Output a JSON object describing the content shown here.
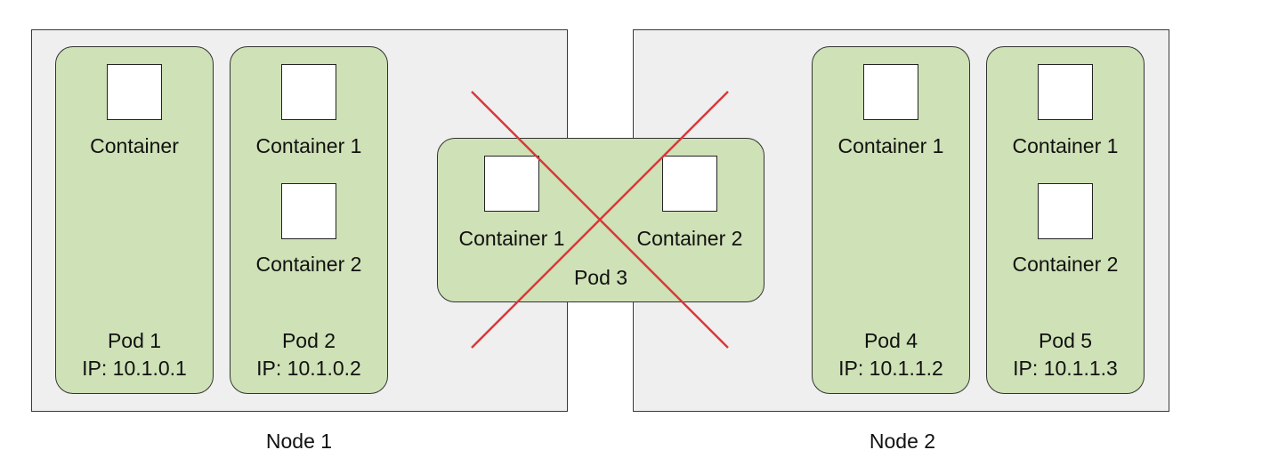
{
  "nodes": [
    {
      "label": "Node 1"
    },
    {
      "label": "Node 2"
    }
  ],
  "pods": {
    "pod1": {
      "containers": [
        "Container"
      ],
      "name": "Pod 1",
      "ip": "IP: 10.1.0.1"
    },
    "pod2": {
      "containers": [
        "Container 1",
        "Container 2"
      ],
      "name": "Pod 2",
      "ip": "IP: 10.1.0.2"
    },
    "pod3": {
      "containers": [
        "Container 1",
        "Container 2"
      ],
      "name": "Pod 3"
    },
    "pod4": {
      "containers": [
        "Container 1"
      ],
      "name": "Pod 4",
      "ip": "IP: 10.1.1.2"
    },
    "pod5": {
      "containers": [
        "Container 1",
        "Container 2"
      ],
      "name": "Pod 5",
      "ip": "IP: 10.1.1.3"
    }
  },
  "colors": {
    "node_fill": "#efefef",
    "pod_fill": "#cfe1b6",
    "container_fill": "#ffffff",
    "cross_mark": "#d9383a"
  }
}
